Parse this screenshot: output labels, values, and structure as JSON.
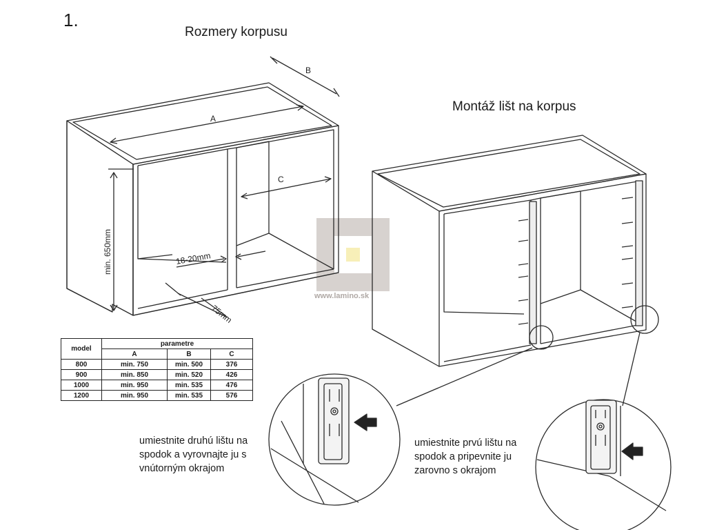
{
  "step_number": "1.",
  "titles": {
    "dimensions": "Rozmery korpusu",
    "mounting": "Montáž lišt na korpus"
  },
  "dimension_labels": {
    "a": "A",
    "b": "B",
    "c": "C",
    "height": "min. 650mm",
    "gap": "18-20mm",
    "depth_offset": "75mm"
  },
  "table": {
    "model_header": "model",
    "params_header": "parametre",
    "columns": [
      "A",
      "B",
      "C"
    ],
    "rows": [
      {
        "model": "800",
        "a": "min. 750",
        "b": "min. 500",
        "c": "376"
      },
      {
        "model": "900",
        "a": "min. 850",
        "b": "min. 520",
        "c": "426"
      },
      {
        "model": "1000",
        "a": "min. 950",
        "b": "min. 535",
        "c": "476"
      },
      {
        "model": "1200",
        "a": "min. 950",
        "b": "min. 535",
        "c": "576"
      }
    ]
  },
  "instructions": {
    "second_rail": "umiestnite druhú lištu na\nspodok a vyrovnajte ju s\nvnútorným okrajom",
    "first_rail": "umiestnite prvú lištu na\nspodok a pripevnite ju\nzarovno s okrajom"
  },
  "watermark": "www.lamino.sk"
}
